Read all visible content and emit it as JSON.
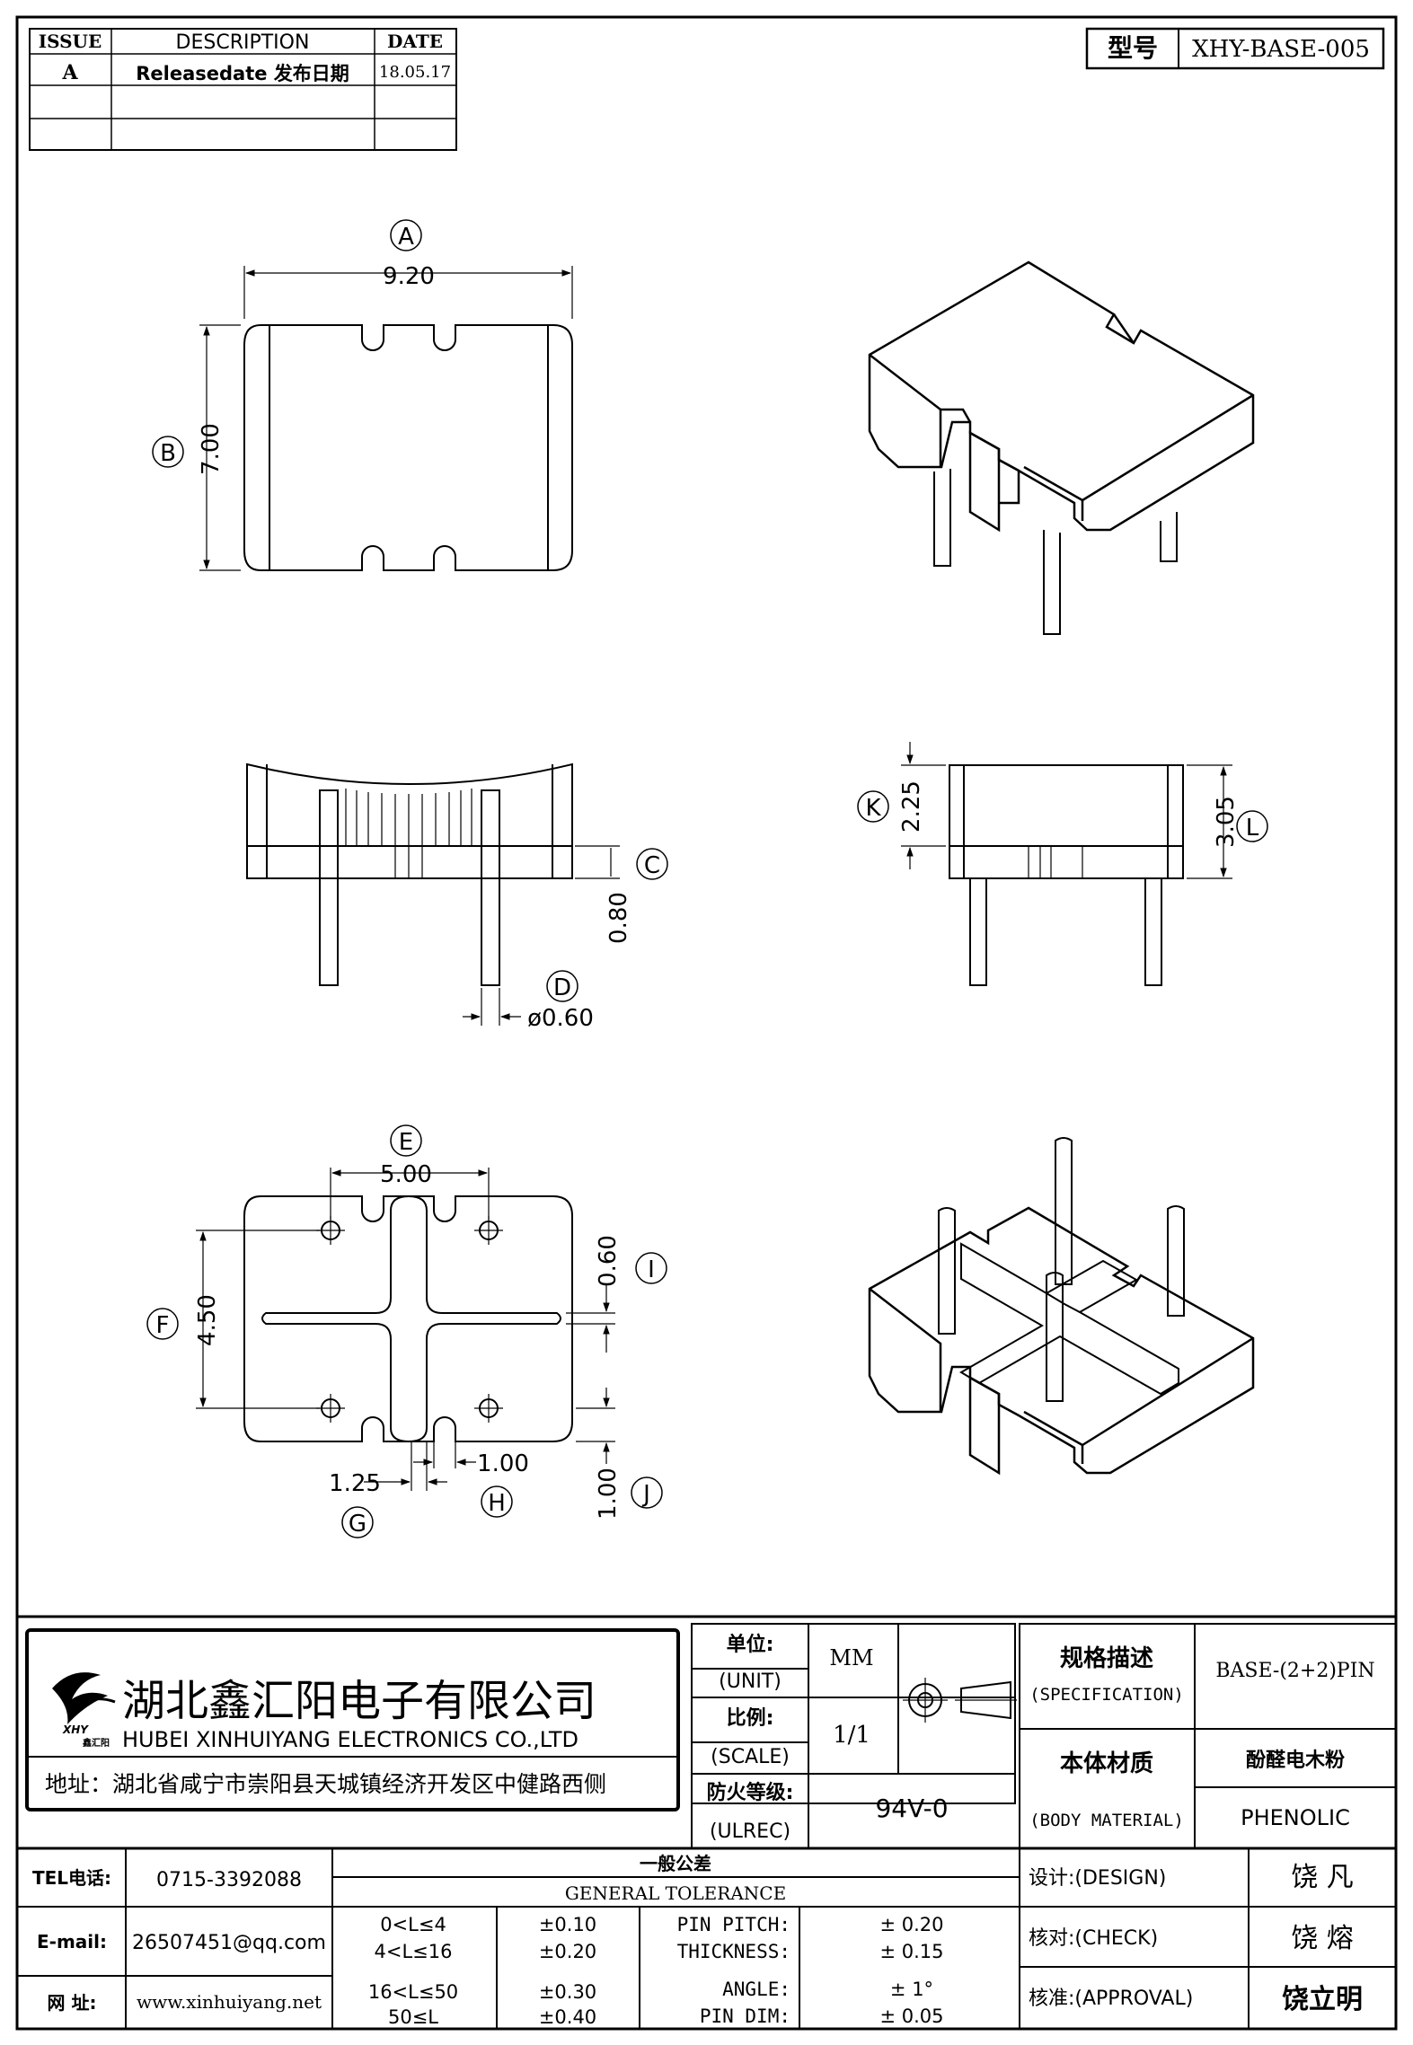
{
  "revision_table": {
    "headers": [
      "ISSUE",
      "DESCRIPTION",
      "DATE"
    ],
    "rows": [
      {
        "issue": "A",
        "description": "Releasedate 发布日期",
        "date": "18.05.17"
      }
    ]
  },
  "model": {
    "label": "型号",
    "value": "XHY-BASE-005"
  },
  "views": {
    "top": {
      "A": "A",
      "A_value": "9.20",
      "B": "B",
      "B_value": "7.00"
    },
    "front": {
      "C": "C",
      "C_value": "0.80",
      "D": "D",
      "D_value": "ø0.60"
    },
    "side": {
      "K": "K",
      "K_value": "2.25",
      "L": "L",
      "L_value": "3.05"
    },
    "bottom": {
      "E": "E",
      "E_value": "5.00",
      "F": "F",
      "F_value": "4.50",
      "I": "I",
      "I_value": "0.60",
      "G": "G",
      "G_value": "1.25",
      "H": "H",
      "H_value": "1.00",
      "J": "J",
      "J_value": "1.00"
    }
  },
  "title_block": {
    "company_cn": "湖北鑫汇阳电子有限公司",
    "company_en": "HUBEI XINHUIYANG ELECTRONICS CO.,LTD",
    "logo_text": "XHY 鑫汇阳",
    "address": "地址：湖北省咸宁市崇阳县天城镇经济开发区中健路西侧",
    "unit_cn": "单位:",
    "unit_en": "(UNIT)",
    "unit_value": "MM",
    "scale_cn": "比例:",
    "scale_en": "(SCALE)",
    "scale_value": "1/1",
    "fire_cn": "防火等级:",
    "fire_en": "(ULREC)",
    "fire_value": "94V-0",
    "spec_cn": "规格描述",
    "spec_en": "(SPECIFICATION)",
    "spec_value": "BASE-(2+2)PIN",
    "material_cn": "本体材质",
    "material_en": "(BODY MATERIAL)",
    "material_value_cn": "酚醛电木粉",
    "material_value_en": "PHENOLIC",
    "tel_label": "TEL电话:",
    "tel_value": "0715-3392088",
    "email_label": "E-mail:",
    "email_value": "26507451@qq.com",
    "web_label": "网  址:",
    "web_value": "www.xinhuiyang.net",
    "tolerance_cn": "一般公差",
    "tolerance_en": "GENERAL TOLERANCE",
    "tolerances": [
      {
        "range": "0<L≤4",
        "tol": "±0.10",
        "item": "PIN PITCH:",
        "item_tol": "±  0.20"
      },
      {
        "range": "4<L≤16",
        "tol": "±0.20",
        "item": "THICKNESS:",
        "item_tol": "±  0.15"
      },
      {
        "range": "16<L≤50",
        "tol": "±0.30",
        "item": "ANGLE:",
        "item_tol": "±  1°"
      },
      {
        "range": "50≤L",
        "tol": "±0.40",
        "item": "PIN DIM:",
        "item_tol": "±  0.05"
      }
    ],
    "design_label": "设计:(DESIGN)",
    "design_name": "饶  凡",
    "check_label": "核对:(CHECK)",
    "check_name": "饶  熔",
    "approval_label": "核准:(APPROVAL)",
    "approval_name": "饶立明"
  }
}
